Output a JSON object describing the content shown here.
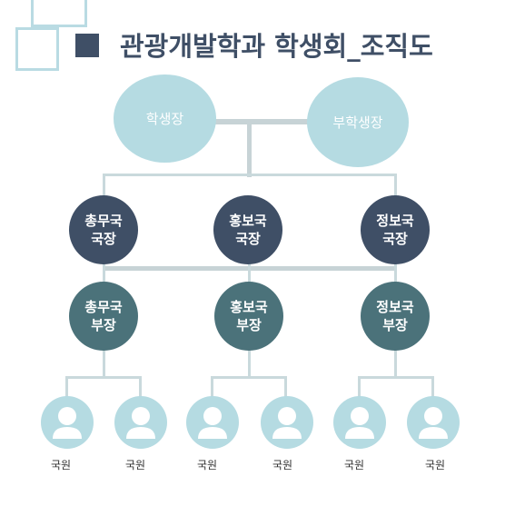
{
  "title": "관광개발학과 학생회_조직도",
  "top": {
    "president": "학생장",
    "vice_president": "부학생장"
  },
  "heads": [
    {
      "line1": "총무국",
      "line2": "국장"
    },
    {
      "line1": "홍보국",
      "line2": "국장"
    },
    {
      "line1": "정보국",
      "line2": "국장"
    }
  ],
  "deputies": [
    {
      "line1": "총무국",
      "line2": "부장"
    },
    {
      "line1": "홍보국",
      "line2": "부장"
    },
    {
      "line1": "정보국",
      "line2": "부장"
    }
  ],
  "members": [
    "국원",
    "국원",
    "국원",
    "국원",
    "국원",
    "국원"
  ],
  "colors": {
    "dark": "#3f4f66",
    "teal": "#4b727a",
    "light": "#b5dbe2",
    "connector": "#c9d9dc"
  },
  "icons": [
    "person-icon"
  ]
}
